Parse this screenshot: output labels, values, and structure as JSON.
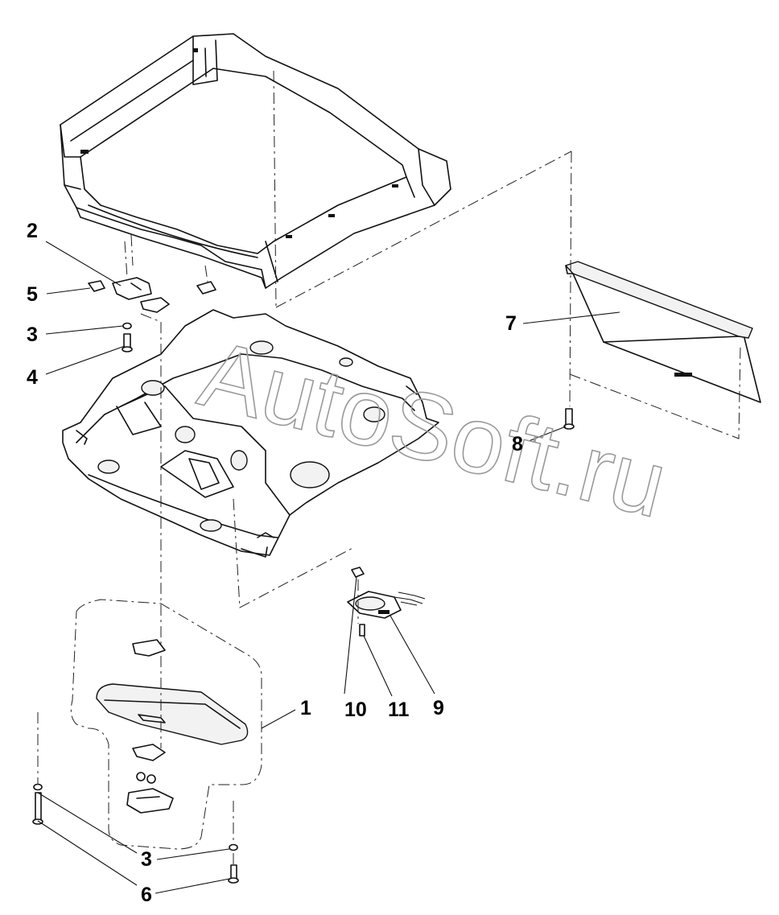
{
  "callouts": {
    "c1": "1",
    "c2": "2",
    "c3a": "3",
    "c3b": "3",
    "c4": "4",
    "c5": "5",
    "c6": "6",
    "c7": "7",
    "c8": "8",
    "c9": "9",
    "c10": "10",
    "c11": "11"
  },
  "watermark": "AutoSoft.ru"
}
